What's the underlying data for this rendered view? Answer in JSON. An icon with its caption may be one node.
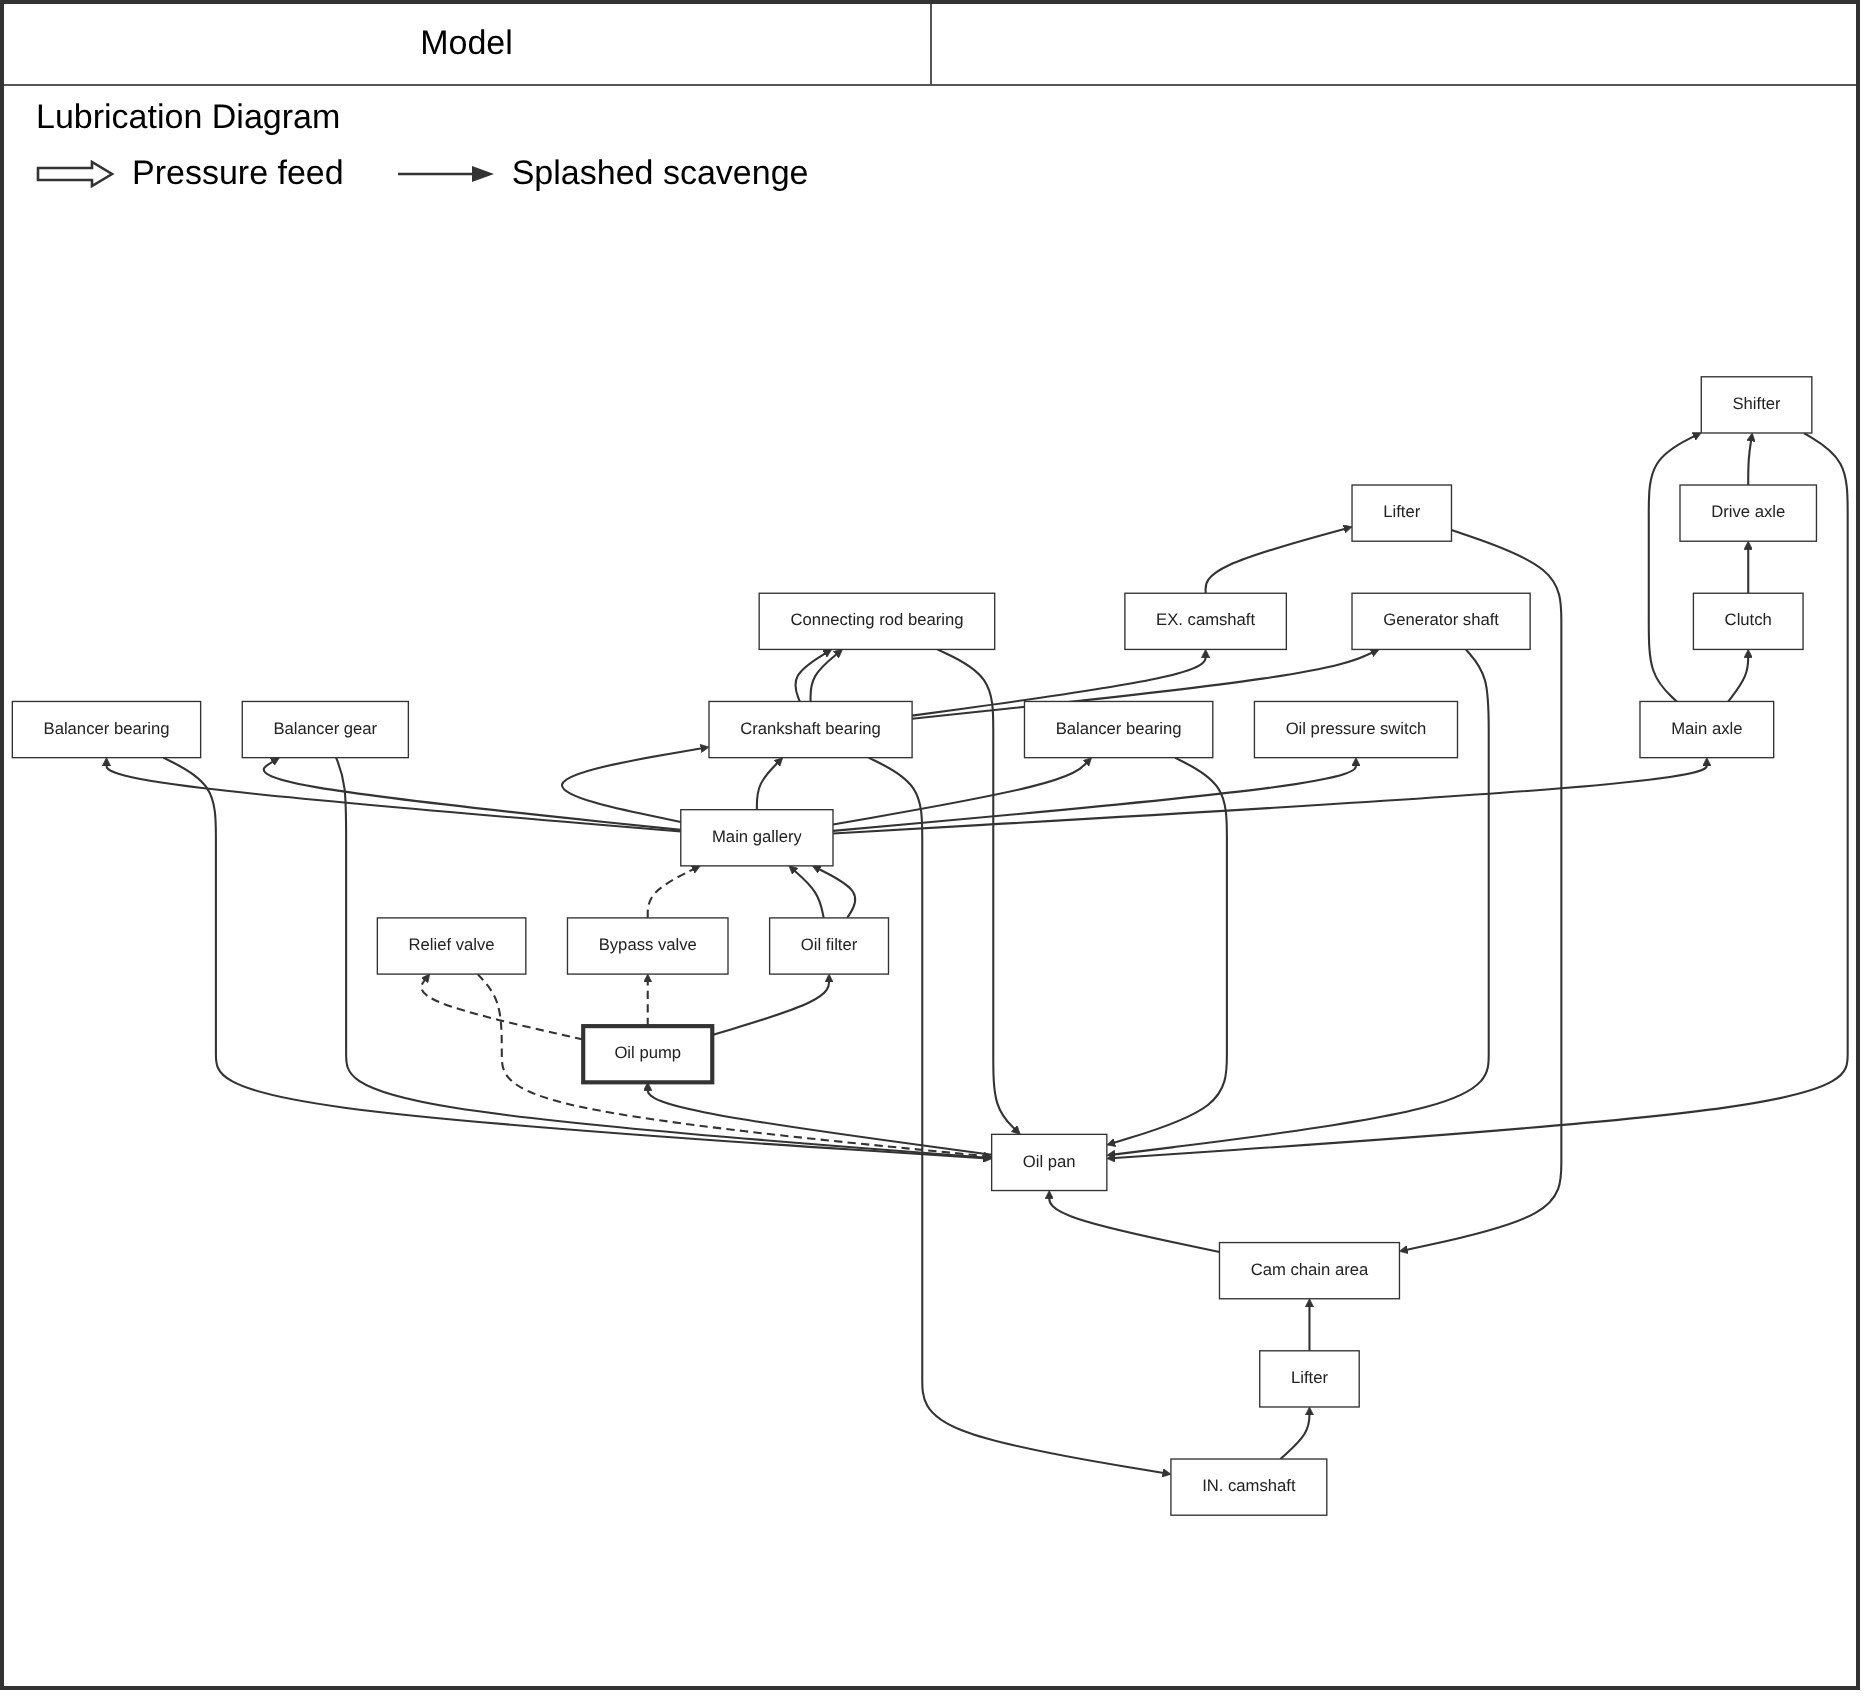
{
  "diagram": {
    "title": "Lubrication Diagram",
    "nodes": [
      {
        "text": [
          "IN. camshaft"
        ]
      },
      {
        "text": [
          "Lifter"
        ]
      },
      {
        "text": [
          "Cam chain area"
        ]
      },
      {
        "text": [
          "Balancer bearing"
        ]
      },
      {
        "text": [
          "Connecting rod bearing"
        ]
      },
      {
        "text": [
          "EX. camshaft"
        ]
      },
      {
        "text": [
          "Lifter"
        ]
      },
      {
        "text": [
          "Balancer gear"
        ]
      },
      {
        "text": [
          "Crankshaft bearing"
        ]
      },
      {
        "text": [
          "Generator shaft"
        ]
      },
      {
        "text": [
          "Main axle"
        ]
      },
      {
        "text": [
          "Main gallery"
        ]
      },
      {
        "text": [
          "Balancer bearing"
        ]
      },
      {
        "text": [
          "Clutch"
        ]
      },
      {
        "text": [
          "Oil pressure switch"
        ]
      },
      {
        "text": [
          "Oil filter"
        ]
      },
      {
        "text": [
          "Bypass valve"
        ]
      },
      {
        "text": [
          "Drive axle"
        ]
      },
      {
        "text": [
          "Shifter"
        ]
      },
      {
        "text": [
          "Oil pump"
        ]
      },
      {
        "text": [
          "Relief valve"
        ]
      },
      {
        "text": [
          "Oil pan"
        ]
      }
    ],
    "edges": [
      {
        "from": 21,
        "to": 19,
        "arrow": "to"
      },
      {
        "from": 19,
        "to": 15,
        "arrow": "to"
      },
      {
        "from": 19,
        "to": 16,
        "arrow": "to",
        "style": "dashed"
      },
      {
        "from": 19,
        "to": 20,
        "arrow": "to",
        "style": "dashed"
      },
      {
        "from": 16,
        "to": 11,
        "arrow": "to",
        "style": "dashed"
      },
      {
        "from": 20,
        "to": 21,
        "arrow": "to",
        "style": "dashed"
      },
      {
        "from": 15,
        "to": 11,
        "arrow": "to"
      },
      {
        "from": 15,
        "to": 11,
        "arrow": "to"
      },
      {
        "from": 11,
        "to": 8,
        "arrow": "to"
      },
      {
        "from": 11,
        "to": 8,
        "arrow": "to"
      },
      {
        "from": 8,
        "to": 4,
        "arrow": "to"
      },
      {
        "from": 8,
        "to": 4,
        "arrow": "to"
      },
      {
        "from": 8,
        "to": 0,
        "arrow": "to"
      },
      {
        "from": 8,
        "to": 5,
        "arrow": "to"
      },
      {
        "from": 8,
        "to": 9,
        "arrow": "to"
      },
      {
        "from": 11,
        "to": 3,
        "arrow": "to"
      },
      {
        "from": 11,
        "to": 7,
        "arrow": "to"
      },
      {
        "from": 11,
        "to": 10,
        "arrow": "to"
      },
      {
        "from": 11,
        "to": 14,
        "arrow": "to"
      },
      {
        "from": 11,
        "to": 12,
        "arrow": "to"
      },
      {
        "from": 10,
        "to": 13,
        "arrow": "to"
      },
      {
        "from": 10,
        "to": 18,
        "arrow": "to"
      },
      {
        "from": 0,
        "to": 1,
        "arrow": "to"
      },
      {
        "from": 1,
        "to": 2,
        "arrow": "to"
      },
      {
        "from": 5,
        "to": 6,
        "arrow": "to"
      },
      {
        "from": 6,
        "to": 2,
        "arrow": "to"
      },
      {
        "from": 13,
        "to": 17,
        "arrow": "to"
      },
      {
        "from": 17,
        "to": 18,
        "arrow": "to"
      },
      {
        "from": 18,
        "to": 21,
        "arrow": "to"
      },
      {
        "from": 4,
        "to": 21,
        "arrow": "to"
      },
      {
        "from": 3,
        "to": 21,
        "arrow": "to"
      },
      {
        "from": 7,
        "to": 21,
        "arrow": "to"
      },
      {
        "from": 2,
        "to": 21,
        "arrow": "to"
      },
      {
        "from": 9,
        "to": 21,
        "arrow": "to"
      },
      {
        "from": 12,
        "to": 21,
        "arrow": "to"
      }
    ],
    "labels": [
      "Model"
    ],
    "legend": [
      {
        "text": "Pressure feed"
      },
      {
        "text": "Splashed scavenge"
      }
    ]
  }
}
